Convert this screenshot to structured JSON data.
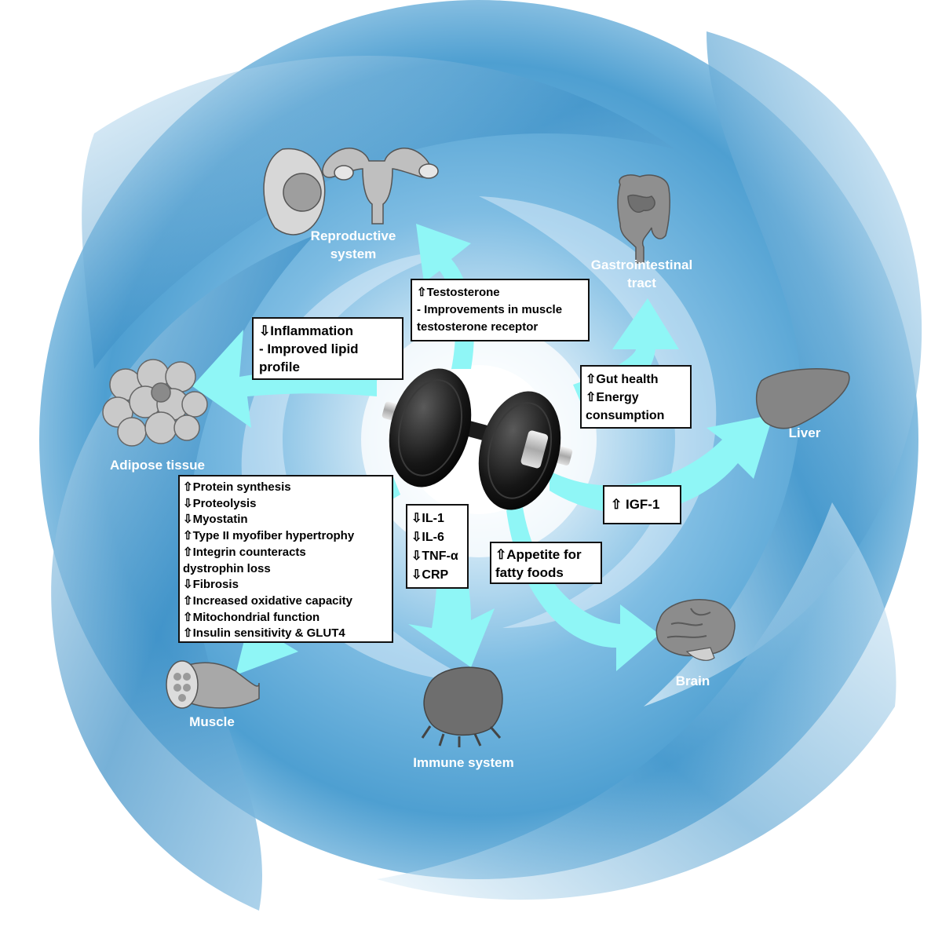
{
  "colors": {
    "swirl_dark": "#3f93c8",
    "swirl_light": "#e9f4fb",
    "arrow": "#8ff6f6",
    "organ_grey": "#8d8d8d",
    "label_white": "#ffffff",
    "box_border": "#111111"
  },
  "center": {
    "icon": "dumbbell-icon"
  },
  "organs": {
    "reproductive": {
      "line1": "Reproductive",
      "line2": "system",
      "icon": "reproductive-organs-icon"
    },
    "gastrointestinal": {
      "line1": "Gastrointestinal",
      "line2": "tract",
      "icon": "intestine-icon"
    },
    "liver": {
      "label": "Liver",
      "icon": "liver-icon"
    },
    "adipose": {
      "label": "Adipose tissue",
      "icon": "fat-cells-icon"
    },
    "muscle": {
      "label": "Muscle",
      "icon": "muscle-fiber-icon"
    },
    "immune": {
      "label": "Immune system",
      "icon": "immune-cell-icon"
    },
    "brain": {
      "label": "Brain",
      "icon": "brain-icon"
    }
  },
  "boxes": {
    "reproductive": [
      "⇧Testosterone",
      "- Improvements in muscle",
      "testosterone receptor"
    ],
    "adipose": [
      "⇩Inflammation",
      "- Improved lipid",
      "profile"
    ],
    "gut": [
      "⇧Gut health",
      "⇧Energy",
      "consumption"
    ],
    "liver": [
      "⇧ IGF-1"
    ],
    "brain": [
      "⇧Appetite for",
      "fatty foods"
    ],
    "immune": [
      "⇩IL-1",
      "⇩IL-6",
      "⇩TNF-α",
      "⇩CRP"
    ],
    "muscle": [
      "⇧Protein synthesis",
      "⇩Proteolysis",
      "⇩Myostatin",
      "⇧Type II myofiber hypertrophy",
      "⇧Integrin counteracts",
      "dystrophin loss",
      "⇩Fibrosis",
      "⇧Increased oxidative capacity",
      "⇧Mitochondrial function",
      "⇧Insulin sensitivity & GLUT4"
    ]
  }
}
